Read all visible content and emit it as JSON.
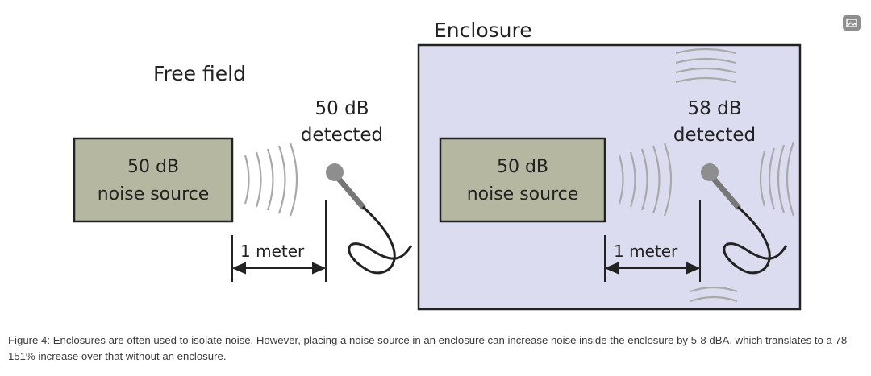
{
  "figure": {
    "enclosure_title": "Enclosure",
    "free_field_title": "Free field",
    "left": {
      "detected_value": "50 dB",
      "detected_label": "detected",
      "source_value": "50 dB",
      "source_label": "noise source",
      "distance": "1 meter"
    },
    "right": {
      "detected_value": "58 dB",
      "detected_label": "detected",
      "source_value": "50 dB",
      "source_label": "noise source",
      "distance": "1 meter"
    },
    "colors": {
      "source_box": "#b5b7a0",
      "enclosure_fill": "#dcdcf0",
      "mic": "#8e8e8e",
      "wave": "#a9a9a9"
    }
  },
  "caption": "Figure 4: Enclosures are often used to isolate noise. However, placing a noise source in an enclosure can increase noise inside the enclosure by 5-8 dBA, which translates to a 78-151% increase over that without an enclosure.",
  "icons": {
    "expand": "image-icon"
  }
}
